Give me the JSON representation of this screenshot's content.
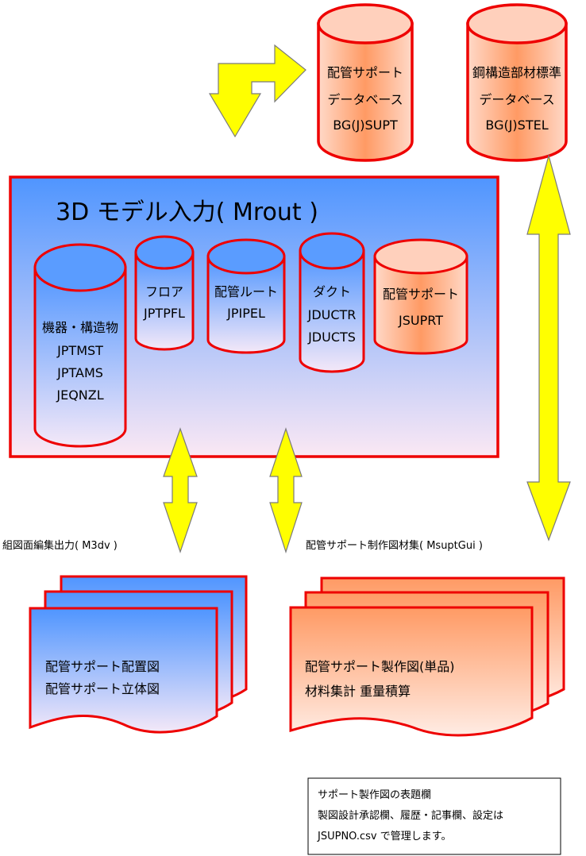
{
  "databases": {
    "support": {
      "line1": "配管サポート",
      "line2": "データベース",
      "line3": "BG(J)SUPT"
    },
    "steel": {
      "line1": "鋼構造部材標準",
      "line2": "データベース",
      "line3": "BG(J)STEL"
    }
  },
  "model": {
    "title": "3D モデル入力(  Mrout  )",
    "cylinders": {
      "equipment": {
        "line1": "機器・構造物",
        "line2": "JPTMST",
        "line3": "JPTAMS",
        "line4": "JEQNZL"
      },
      "floor": {
        "line1": "フロア",
        "line2": "JPTPFL"
      },
      "route": {
        "line1": "配管ルート",
        "line2": "JPIPEL"
      },
      "duct": {
        "line1": "ダクト",
        "line2": "JDUCTR",
        "line3": "JDUCTS"
      },
      "support": {
        "line1": "配管サポート",
        "line2": "JSUPRT"
      }
    }
  },
  "outputs": {
    "left_label": "組図面編集出力(  M3dv  )",
    "right_label": "配管サポート制作図材集(  MsuptGui  )"
  },
  "docs": {
    "left": {
      "line1": "配管サポート配置図",
      "line2": "配管サポート立体図"
    },
    "right": {
      "line1": "配管サポート製作図(単品)",
      "line2": "材料集計   重量積算"
    }
  },
  "note": {
    "line1": "サポート製作図の表題欄",
    "line2": "製図設計承認欄、履歴・記事欄、設定は",
    "line3": "JSUPNO.csv で管理します。"
  },
  "colors": {
    "border": "#ee0000",
    "arrow_fill": "#ffff00",
    "blue": "#5599ff",
    "orange": "#ff9955"
  }
}
